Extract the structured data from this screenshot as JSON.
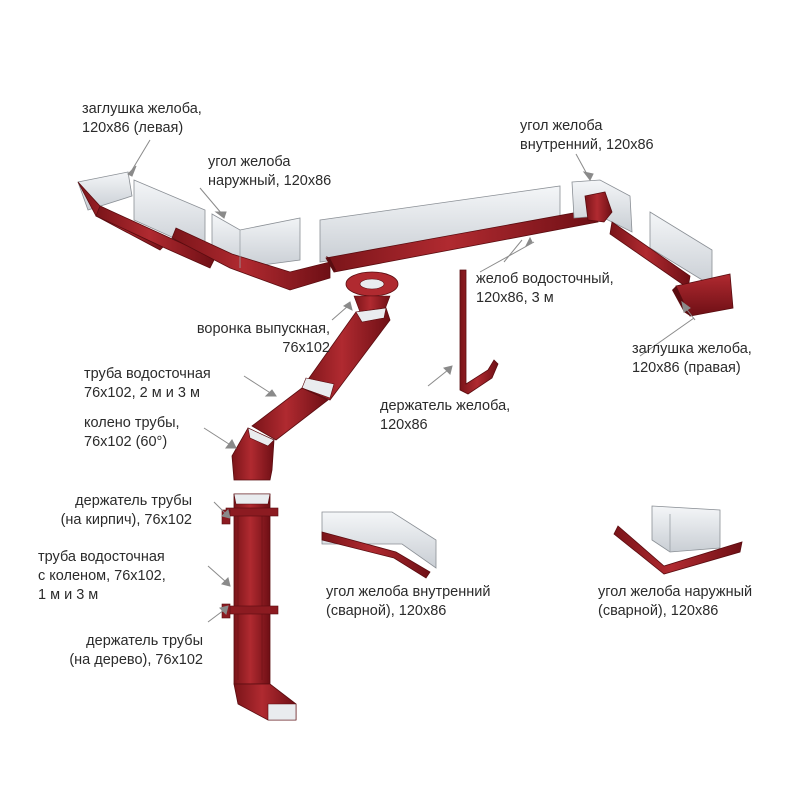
{
  "labels": {
    "cap_left": {
      "line1": "заглушка желоба,",
      "line2": "120х86 (левая)"
    },
    "outer_corner": {
      "line1": "угол желоба",
      "line2": "наружный, 120х86"
    },
    "inner_corner": {
      "line1": "угол желоба",
      "line2": "внутренний, 120х86"
    },
    "gutter": {
      "line1": "желоб водосточный,",
      "line2": "120х86, 3 м"
    },
    "cap_right": {
      "line1": "заглушка желоба,",
      "line2": "120х86 (правая)"
    },
    "funnel": {
      "line1": "воронка выпускная,",
      "line2": "76х102"
    },
    "pipe": {
      "line1": "труба водосточная",
      "line2": "76х102, 2 м и 3 м"
    },
    "elbow": {
      "line1": "колено трубы,",
      "line2": "76х102 (60°)"
    },
    "bracket_gutter": {
      "line1": "держатель желоба,",
      "line2": "120х86"
    },
    "holder_brick": {
      "line1": "держатель трубы",
      "line2": "(на кирпич), 76х102"
    },
    "pipe_elbow": {
      "line1": "труба водосточная",
      "line2": "с коленом, 76х102,",
      "line3": "1 м и 3 м"
    },
    "holder_wood": {
      "line1": "держатель трубы",
      "line2": "(на дерево), 76х102"
    },
    "inner_welded": {
      "line1": "угол желоба внутренний",
      "line2": "(сварной), 120х86"
    },
    "outer_welded": {
      "line1": "угол желоба наружный",
      "line2": "(сварной), 120х86"
    }
  },
  "colors": {
    "red": "#9b1c22",
    "red_dark": "#6e0f15",
    "metal": "#e9ecef",
    "metal_dark": "#c4c9cf"
  }
}
